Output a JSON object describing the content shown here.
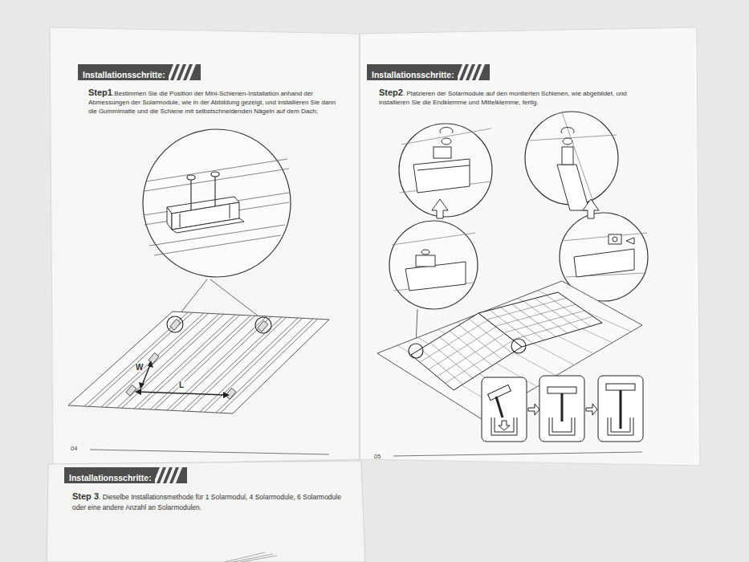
{
  "diagram": {
    "nodes": [
      {
        "text": [
          "Installationsschritte:"
        ]
      },
      {
        "text": [
          "Installationsschritte:"
        ]
      },
      {
        "text": [
          "Installationsschritte:"
        ]
      }
    ],
    "labels": [
      "Step1",
      ".Bestimmen Sie die Position der Mini-Schienen-Installation anhand der Abmessungen der Solarmodule, wie in der Abbildung gezeigt, und installieren Sie dann die Gummimatte und die Schiene mit selbstschneidenden Nägeln auf dem Dach;",
      "W",
      "L",
      "04",
      "Step2",
      ". Platzieren der Solarmodule auf den montierten Schienen, wie abgebildet, und installieren Sie die Endklemme und Mittelklemme, fertig.",
      "05",
      "Step 3",
      ". Dieselbe Installationsmethode für 1 Solarmodul, 4 Solarmodule, 6 Solarmodule oder eine andere Anzahl an Solarmodulen."
    ]
  }
}
